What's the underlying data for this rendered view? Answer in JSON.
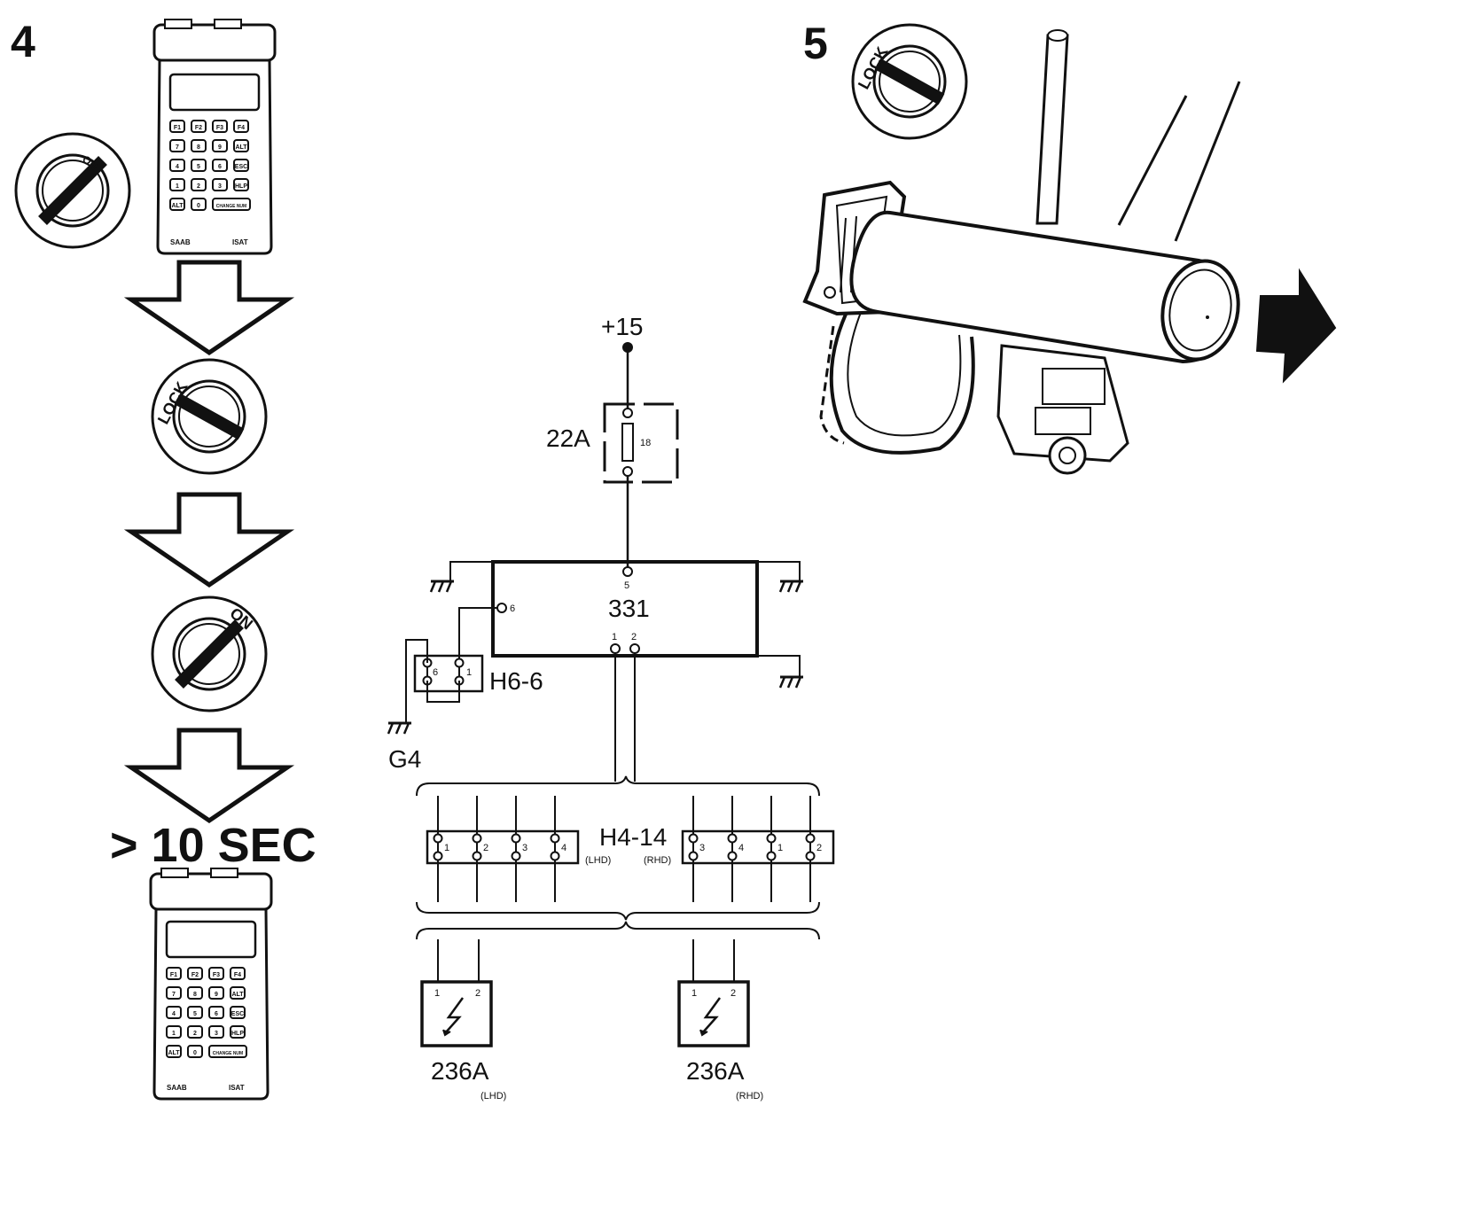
{
  "steps": {
    "step4": "4",
    "step5": "5"
  },
  "key_positions": {
    "on": "ON",
    "lock": "LOCK"
  },
  "wait_label": "> 10 SEC",
  "tester": {
    "brand": "SAAB",
    "model": "ISAT",
    "keys": [
      [
        "F1",
        "F2",
        "F3",
        "F4"
      ],
      [
        "7",
        "8",
        "9",
        "ALT"
      ],
      [
        "4",
        "5",
        "6",
        "ESC"
      ],
      [
        "1",
        "2",
        "3",
        "HLP"
      ],
      [
        "ALT",
        "0",
        "CHANGE NUM"
      ]
    ]
  },
  "schematic": {
    "supply": "+15",
    "fuse_box": "22A",
    "fuse_number": "18",
    "control_unit": "331",
    "cu_pins": {
      "supply": "5",
      "side": "6",
      "p1": "1",
      "p2": "2"
    },
    "connector_h6": "H6-6",
    "h6_pins": [
      "6",
      "1"
    ],
    "ground": "G4",
    "connector_h4": "H4-14",
    "lhd": "(LHD)",
    "rhd": "(RHD)",
    "h4_lhd_pins": [
      "1",
      "2",
      "3",
      "4"
    ],
    "h4_rhd_pins": [
      "3",
      "4",
      "1",
      "2"
    ],
    "ignition_unit": "236A",
    "coil_pins": [
      "1",
      "2"
    ]
  },
  "colors": {
    "ink": "#111111",
    "paper": "#ffffff"
  }
}
